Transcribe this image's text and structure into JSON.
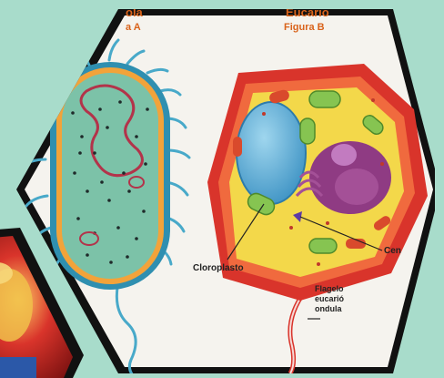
{
  "figure_a": {
    "title_partial": "ola",
    "subtitle_partial": "a A"
  },
  "figure_b": {
    "title_partial": "Eucario",
    "subtitle": "Figura B"
  },
  "labels": {
    "cloroplasto": "Cloroplasto",
    "centriolo_partial": "Cen",
    "flagelo_line1": "Flagelo",
    "flagelo_line2": "eucarió",
    "flagelo_line3": "ondula"
  },
  "colors": {
    "background": "#a8dccb",
    "hexagon_border": "#111111",
    "panel": "#f5f3ee",
    "prokaryote_fill": "#7cc2a8",
    "prokaryote_membrane": "#2f8fb0",
    "eukaryote_wall": "#d9342b",
    "cytoplasm": "#f3d84a",
    "nucleus": "#8f3b83",
    "vacuole": "#6db7d9",
    "chloroplast": "#86c451",
    "flagellum_cilia": "#48a9c9",
    "label_orange": "#d9631b"
  }
}
